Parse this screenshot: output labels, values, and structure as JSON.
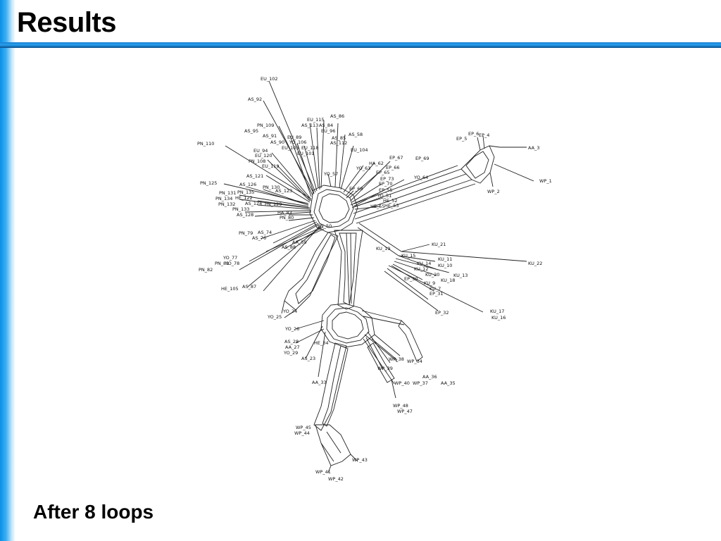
{
  "slide": {
    "title": "Results",
    "caption": "After 8 loops"
  },
  "network": {
    "taxa": [
      "EU_102",
      "AS_92",
      "AS_86",
      "EU_115",
      "AS_113",
      "AS_84",
      "PN_109",
      "EU_96",
      "AS_95",
      "AS_91",
      "AS_85",
      "AS_112",
      "EU_89",
      "YO_106",
      "AS_58",
      "AS_90",
      "EU_103",
      "EU_118",
      "PN_110",
      "EU_94",
      "EU_104",
      "EU_120",
      "EU_101",
      "PN_108",
      "EU_119",
      "YO_57",
      "EP_5",
      "EP_6",
      "EP_4",
      "AA_3",
      "EP_67",
      "EP_69",
      "HA_62",
      "YO_63",
      "EP_66",
      "EP_65",
      "YO_64",
      "AS_121",
      "PN_125",
      "AS_126",
      "PN_130",
      "PN_131",
      "PN_135",
      "AS_123",
      "PN_134",
      "HE_122",
      "PN_132",
      "AS_124",
      "PN_129",
      "PN_133",
      "AS_128",
      "EP_73",
      "EP_70",
      "EP_68",
      "EP_55",
      "YO_51",
      "HE_52",
      "HE_55",
      "HE_53",
      "WP_2",
      "WP_1",
      "HA_83",
      "PN_80",
      "PN_50",
      "PN_79",
      "AS_74",
      "AS_76",
      "AA_59",
      "AS_88",
      "YO_77",
      "PN_81",
      "YO_78",
      "PN_82",
      "HE_105",
      "AS_87",
      "KU_21",
      "KU_19",
      "KU_15",
      "KU_11",
      "KU_10",
      "KU_14",
      "KU_12",
      "KU_20",
      "KU_22",
      "KU_13",
      "KU_18",
      "EP_30",
      "KU_9",
      "KU_7",
      "EP_31",
      "EP_32",
      "KU_17",
      "KU_16",
      "YO_24",
      "YO_25",
      "YO_26",
      "AS_28",
      "AA_27",
      "YO_29",
      "HE_34",
      "AS_23",
      "WP_38",
      "WP_39",
      "WP_34",
      "AA_36",
      "AA_35",
      "WP_40",
      "WP_37",
      "AA_33",
      "WP_48",
      "WP_47",
      "WP_45",
      "WP_44",
      "WP_43",
      "WP_41",
      "WP_42"
    ]
  }
}
